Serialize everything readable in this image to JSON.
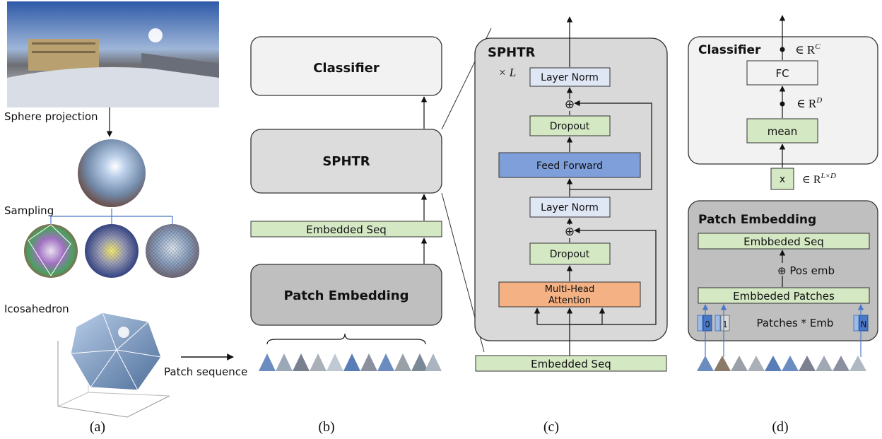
{
  "panel_a": {
    "sphere_projection": "Sphere projection",
    "sampling": "Sampling",
    "icosahedron": "Icosahedron",
    "patch_sequence": "Patch sequence"
  },
  "panel_b": {
    "classifier": "Classifier",
    "sphtr": "SPHTR",
    "embedded_seq": "Embedded Seq",
    "patch_embedding": "Patch Embedding"
  },
  "panel_c": {
    "title": "SPHTR",
    "repeat": "× L",
    "layer_norm_top": "Layer Norm",
    "dropout_top": "Dropout",
    "feed_forward": "Feed Forward",
    "layer_norm_bottom": "Layer Norm",
    "dropout_bottom": "Dropout",
    "mha_line1": "Multi-Head",
    "mha_line2": "Attention",
    "embedded_seq": "Embedded Seq",
    "plus": "⊕"
  },
  "panel_d": {
    "classifier_title": "Classifier",
    "fc": "FC",
    "mean": "mean",
    "x": "x",
    "rc": "∈ R",
    "rc_sup": "C",
    "rd": "∈ R",
    "rd_sup": "D",
    "rld": "∈ R",
    "rld_sup": "L×D",
    "patch_embedding_title": "Patch Embedding",
    "embbeded_seq": "Embbeded Seq",
    "pos_emb": "⊕  Pos emb",
    "embbeded_patches": "Embbeded Patches",
    "patches_emb": "Patches * Emb",
    "token_0": "0",
    "token_1": "1",
    "token_n": "N"
  },
  "captions": {
    "a": "(a)",
    "b": "(b)",
    "c": "(c)",
    "d": "(d)"
  },
  "colors": {
    "green": "#d5e8c4",
    "blue_light": "#dfe6f4",
    "blue_ff": "#7f9fdb",
    "orange": "#f4b183",
    "gray_panel": "#d9d9d9",
    "gray_light": "#f0f0f0",
    "gray_dark": "#bfbfbf"
  }
}
